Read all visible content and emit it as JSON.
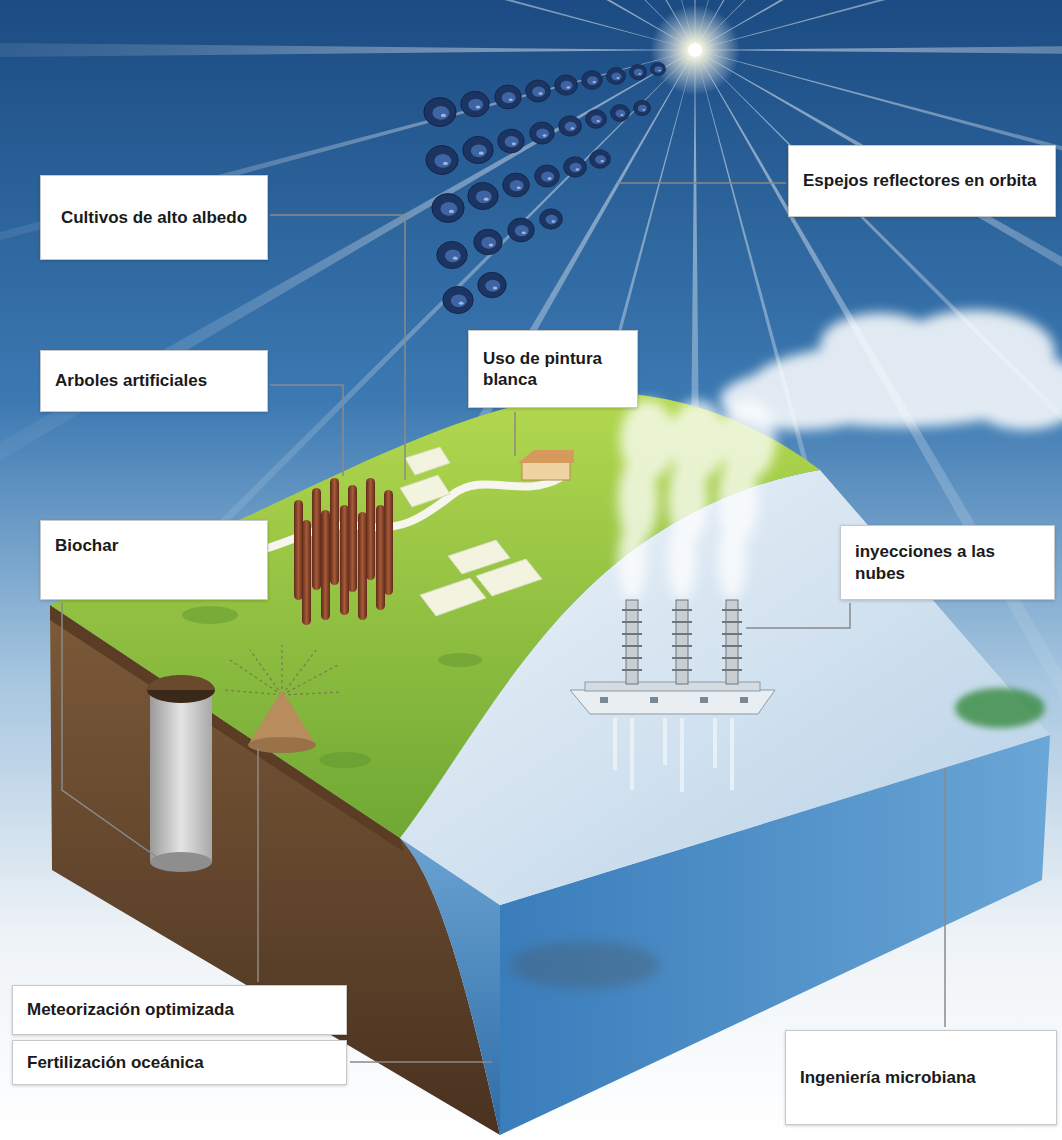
{
  "diagram": {
    "nodes": [
      {
        "text": [
          "Espejos reflectores en orbita"
        ]
      },
      {
        "text": [
          "Cultivos de alto albedo"
        ]
      },
      {
        "text": [
          "Uso de pintura blanca"
        ]
      },
      {
        "text": [
          "Arboles artificiales"
        ]
      },
      {
        "text": [
          "Biochar"
        ]
      },
      {
        "text": [
          "inyecciones a las nubes"
        ]
      },
      {
        "text": [
          "Meteorización optimizada"
        ]
      },
      {
        "text": [
          "Fertilización oceánica"
        ]
      },
      {
        "text": [
          "Ingeniería microbiana"
        ]
      }
    ]
  }
}
